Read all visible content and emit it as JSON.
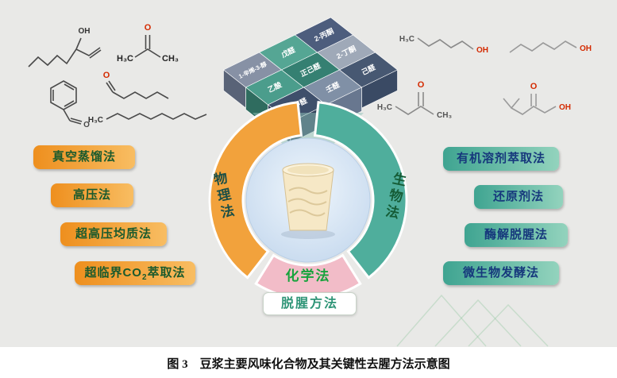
{
  "figure": {
    "caption": "图 3　豆浆主要风味化合物及其关键性去腥方法示意图"
  },
  "hub": {
    "left_category": "物理法",
    "right_category": "生物法",
    "bottom_category": "化学法",
    "badge": "脱腥方法"
  },
  "physical_methods": [
    "真空蒸馏法",
    "高压法",
    "超高压均质法"
  ],
  "physical_methods_co2": {
    "pre": "超临界CO",
    "sub": "2",
    "post": "萃取法"
  },
  "biological_methods": [
    "有机溶剂萃取法",
    "还原剂法",
    "酶解脱腥法",
    "微生物发酵法"
  ],
  "compounds": [
    "1-辛烯-3-醇",
    "戊醛",
    "2-丙酮",
    "乙酸",
    "正己醛",
    "2-丁酮",
    "苯甲醛",
    "壬醛",
    "己醛"
  ],
  "molecules": {
    "octenol_oh": "OH",
    "benzaldehyde_o": "O",
    "acetone_left": "H₃C",
    "acetone_o": "O",
    "acetone_right": "CH₃",
    "hexanal_o": "O",
    "nonanal_left": "H₃C",
    "hexanol_left": "H₃C",
    "hexanol_oh": "OH",
    "pentanol_oh": "OH",
    "pentanone_left": "H₃C",
    "pentanone_o": "O",
    "pentanone_right": "CH₃",
    "ester_o": "O",
    "ester_oh": "OH"
  },
  "colors": {
    "background": "#e9e9e7",
    "physical_arc": "#f2a23c",
    "biological_arc": "#4fae9c",
    "chemical_arc": "#f2bcc8",
    "hub_fill": "#cfe0f0",
    "badge_text": "#2f9577",
    "chemical_text": "#17a33c",
    "red_atom": "#d42a00"
  }
}
